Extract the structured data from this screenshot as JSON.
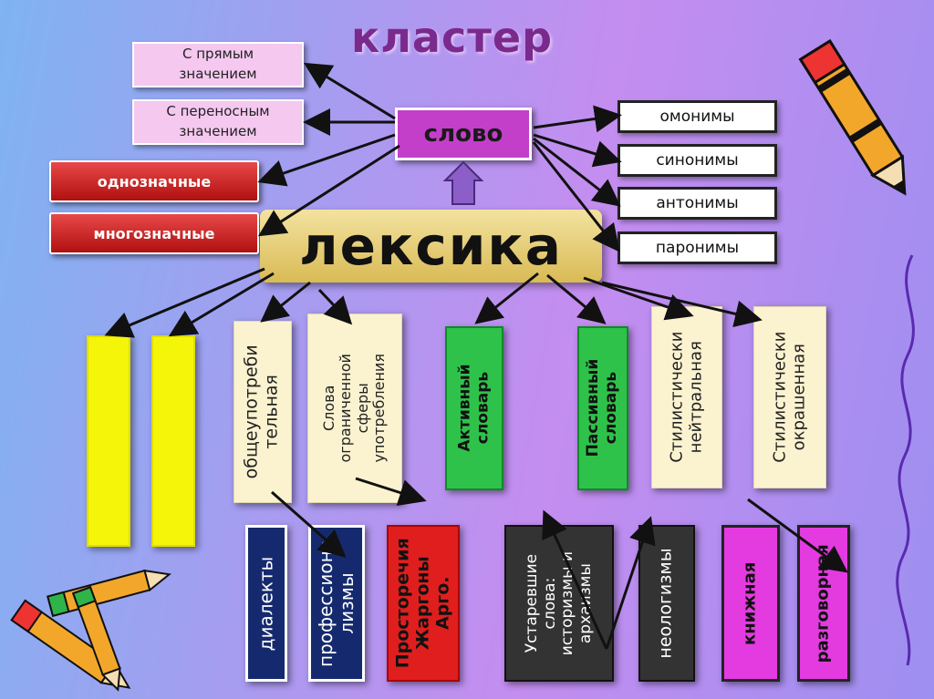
{
  "title": "кластер",
  "center": "слово",
  "left_meanings": [
    "С прямым\nзначением",
    "С переносным\nзначением"
  ],
  "left_types": [
    "однозначные",
    "многозначные"
  ],
  "right_types": [
    "омонимы",
    "синонимы",
    "антонимы",
    "паронимы"
  ],
  "main": "лексика",
  "columns": [
    "общеупотреби\nтельная",
    "Слова\nограниченной\nсферы\nупотребления",
    "Активный\nсловарь",
    "Пассивный\nсловарь",
    "Стилистически\nнейтральная",
    "Стилистически\nокрашенная"
  ],
  "bottom": [
    "диалекты",
    "профессиона\nлизмы",
    "Просторечия\nЖаргоны\nАрго.",
    "Устаревшие\nслова:\nисторизмы и\nархаизмы",
    "неологизмы",
    "книжная",
    "разговорная"
  ],
  "colors": {
    "accent": "#c43fc9",
    "title": "#7a2a8c",
    "yellow": "#f5f50a",
    "green": "#2fc24a",
    "navy": "#152a6e",
    "red": "#e01e1e",
    "magenta": "#e33be0"
  }
}
